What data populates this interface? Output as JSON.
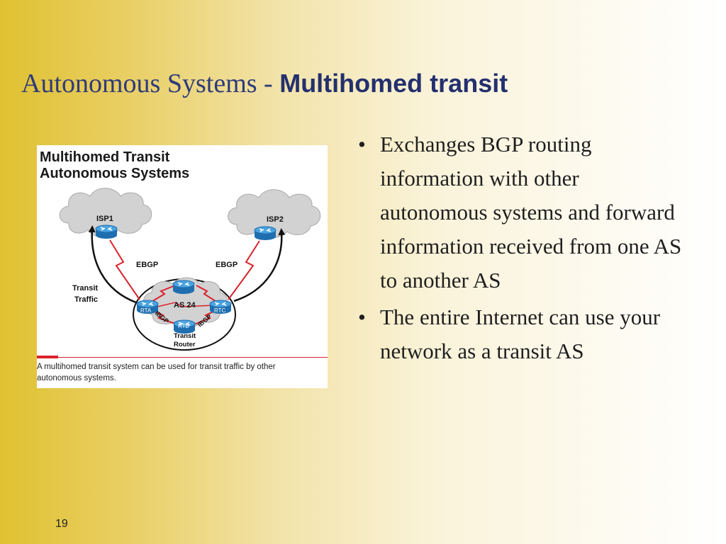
{
  "slide": {
    "title_plain": "Autonomous Systems - ",
    "title_bold": "Multihomed transit",
    "bullets": [
      "Exchanges BGP routing information with other autonomous systems and forward information received from one AS to another AS",
      "The entire Internet can use your network as a transit AS"
    ],
    "bullet_glyph": "•",
    "page_number": "19"
  },
  "figure": {
    "title_line1": "Multihomed Transit",
    "title_line2": "Autonomous Systems",
    "caption": "A multihomed transit system can be used for transit traffic by other autonomous systems.",
    "labels": {
      "isp1": "ISP1",
      "isp2": "ISP2",
      "ebgp_left": "EBGP",
      "ebgp_right": "EBGP",
      "transit_traffic_1": "Transit",
      "transit_traffic_2": "Traffic",
      "as": "AS 24",
      "rta": "RTA",
      "rtb": "RTB",
      "rtc": "RTC",
      "ibgp_left": "IBGP",
      "ibgp_right": "IBGP",
      "transit_router_1": "Transit",
      "transit_router_2": "Router"
    }
  },
  "colors": {
    "title": "#2f3b7a",
    "router": "#2f8fd0",
    "link": "#d9232d",
    "cloud": "#d2d2d2"
  }
}
